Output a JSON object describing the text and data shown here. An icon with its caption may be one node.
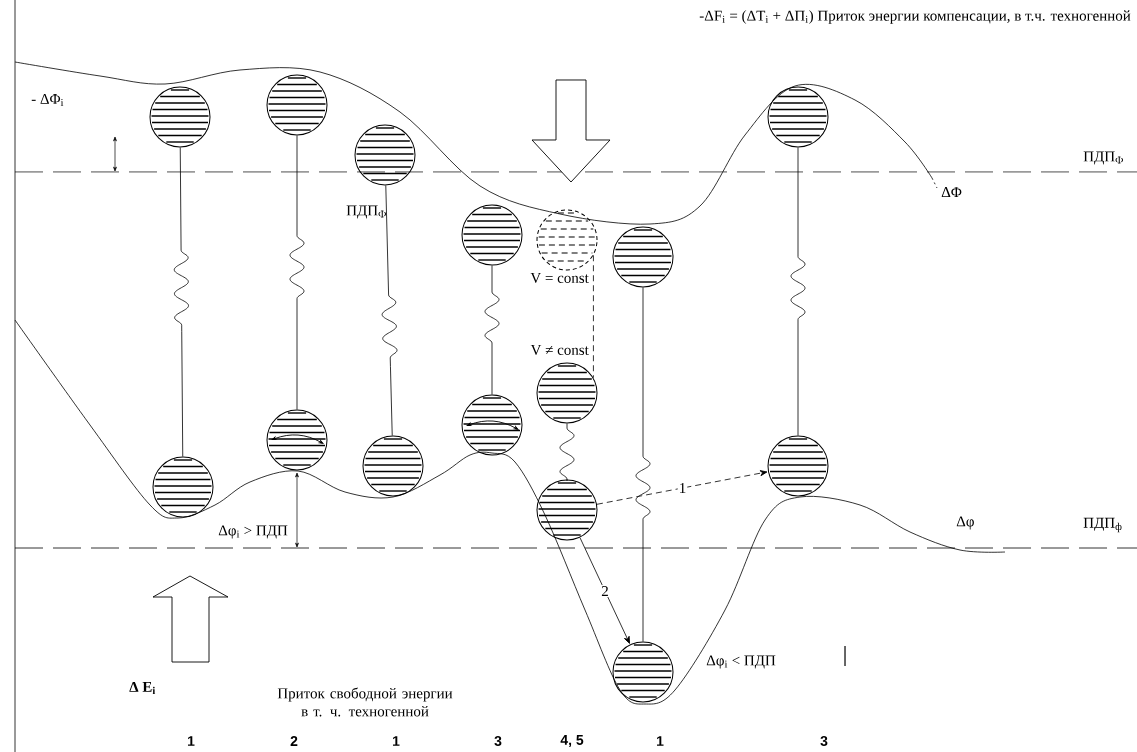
{
  "diagram": {
    "nodes": [
      {
        "text": [],
        "shape": "circle"
      },
      {
        "text": [],
        "shape": "circle"
      },
      {
        "text": [],
        "shape": "circle"
      },
      {
        "text": [],
        "shape": "circle"
      },
      {
        "text": [],
        "shape": "circle"
      },
      {
        "text": [],
        "shape": "circle"
      },
      {
        "text": [],
        "shape": "circle"
      },
      {
        "text": [],
        "shape": "circle"
      },
      {
        "text": [],
        "shape": "circle"
      },
      {
        "text": [],
        "shape": "circle"
      },
      {
        "text": [],
        "shape": "circle"
      },
      {
        "text": [],
        "shape": "circle"
      },
      {
        "text": [],
        "shape": "circle"
      },
      {
        "text": [],
        "shape": "circle"
      },
      {
        "text": [],
        "shape": "circle"
      }
    ],
    "edges": [
      {
        "from": 0,
        "to": 10,
        "arrow": "none"
      },
      {
        "from": 1,
        "to": 8,
        "arrow": "none"
      },
      {
        "from": 2,
        "to": 11,
        "arrow": "none"
      },
      {
        "from": 3,
        "to": 9,
        "arrow": "none"
      },
      {
        "from": 4,
        "to": 7,
        "arrow": "none",
        "style": "dashed"
      },
      {
        "from": 7,
        "to": 13,
        "arrow": "none"
      },
      {
        "from": 5,
        "to": 14,
        "arrow": "none"
      },
      {
        "from": 6,
        "to": 12,
        "arrow": "none"
      },
      {
        "from": 13,
        "to": 12,
        "arrow": "to",
        "style": "dashed",
        "label": "1"
      },
      {
        "from": 13,
        "to": 14,
        "arrow": "to",
        "label": "2"
      }
    ],
    "labels": [
      "-ΔF$_{i}$ = (ΔT$_{i}$ + ΔП$_{i}$) Приток энергии компенсации, в т.ч. техногенной",
      "- ΔΦ$_{i}$",
      "ПДП$_{Ф}$",
      "ПДП$_{Ф}$",
      "ΔΦ",
      "V = const",
      "V ≠ const",
      "Δφ$_{i}$ > ПДП",
      "Δφ",
      "ПДП$_{ф}$",
      "Δφ$_{i}$ < ПДП",
      "Δ E$_{i}$",
      "Приток свободной энергии в т. ч. техногенной",
      "1",
      "2",
      "1",
      "3",
      "4, 5",
      "1",
      "3"
    ]
  }
}
